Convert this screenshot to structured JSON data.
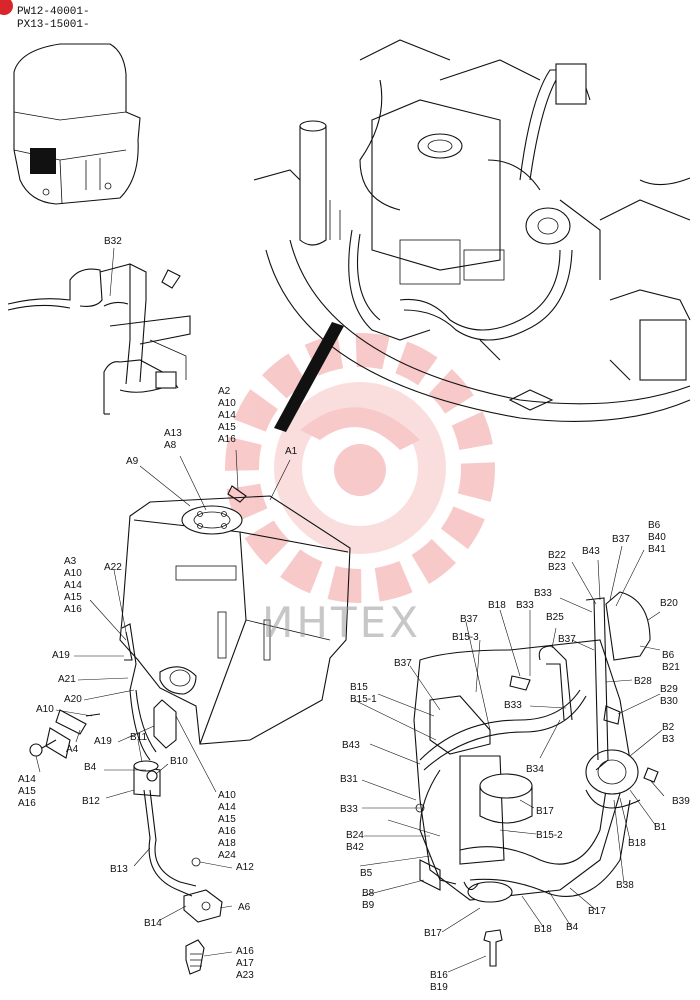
{
  "serials": [
    "PW12-40001-",
    "PX13-15001-"
  ],
  "watermark": "ИНТЕХ",
  "colors": {
    "line": "#111111",
    "watermark": "#f08a8a",
    "badge": "#d9262a"
  },
  "labels": {
    "b32": "B32",
    "a_top": [
      "A2",
      "A10",
      "A14",
      "A15",
      "A16"
    ],
    "a13_a8": [
      "A13",
      "A8"
    ],
    "a9": "A9",
    "a1": "A1",
    "a3_group": [
      "A3",
      "A10",
      "A14",
      "A15",
      "A16"
    ],
    "a22": "A22",
    "a19_l": "A19",
    "a21": "A21",
    "a20": "A20",
    "a10": "A10",
    "a4": "A4",
    "a14_group": [
      "A14",
      "A15",
      "A16"
    ],
    "a19_b": "A19",
    "b11": "B11",
    "b4_l": "B4",
    "b10": "B10",
    "b12": "B12",
    "a10_group": [
      "A10",
      "A14",
      "A15",
      "A16",
      "A18",
      "A24"
    ],
    "a12": "A12",
    "b13": "B13",
    "a6": "A6",
    "b14": "B14",
    "a16_group": [
      "A16",
      "A17",
      "A23"
    ],
    "b6_group": [
      "B6",
      "B40",
      "B41"
    ],
    "b37_t": "B37",
    "b43_t": "B43",
    "b22_group": [
      "B22",
      "B23"
    ],
    "b20": "B20",
    "b33_t": "B33",
    "b18_t": "B18",
    "b33_m": "B33",
    "b25": "B25",
    "b37_m": "B37",
    "b6_b21": [
      "B6",
      "B21"
    ],
    "b15_3": "B15-3",
    "b37_l": "B37",
    "b37_c": "B37",
    "b28": "B28",
    "b29_b30": [
      "B29",
      "B30"
    ],
    "b15_group": [
      "B15",
      "B15-1"
    ],
    "b33_c": "B33",
    "b2_b3": [
      "B2",
      "B3"
    ],
    "b43_l": "B43",
    "b34": "B34",
    "b39": "B39",
    "b31": "B31",
    "b17_c": "B17",
    "b1": "B1",
    "b33_l": "B33",
    "b15_2": "B15-2",
    "b18_r": "B18",
    "b24_b42": [
      "B24",
      "B42"
    ],
    "b5": "B5",
    "b38": "B38",
    "b8_b9": [
      "B8",
      "B9"
    ],
    "b17_r": "B17",
    "b18_b": "B18",
    "b4_b": "B4",
    "b17_b": "B17",
    "b16_b19": [
      "B16",
      "B19"
    ]
  }
}
